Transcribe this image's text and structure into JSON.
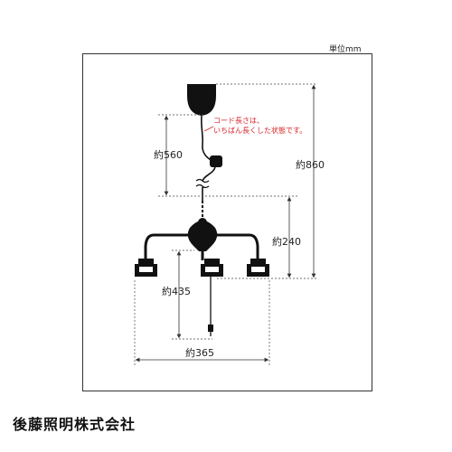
{
  "unit_label": "単位mm",
  "note": {
    "line1": "コード長さは、",
    "line2": "いちばん長くした状態です。",
    "color": "#d9262b"
  },
  "dimensions": {
    "cord": "約560",
    "total": "約860",
    "body": "約240",
    "drop": "約435",
    "width": "約365"
  },
  "company": "後藤照明株式会社"
}
